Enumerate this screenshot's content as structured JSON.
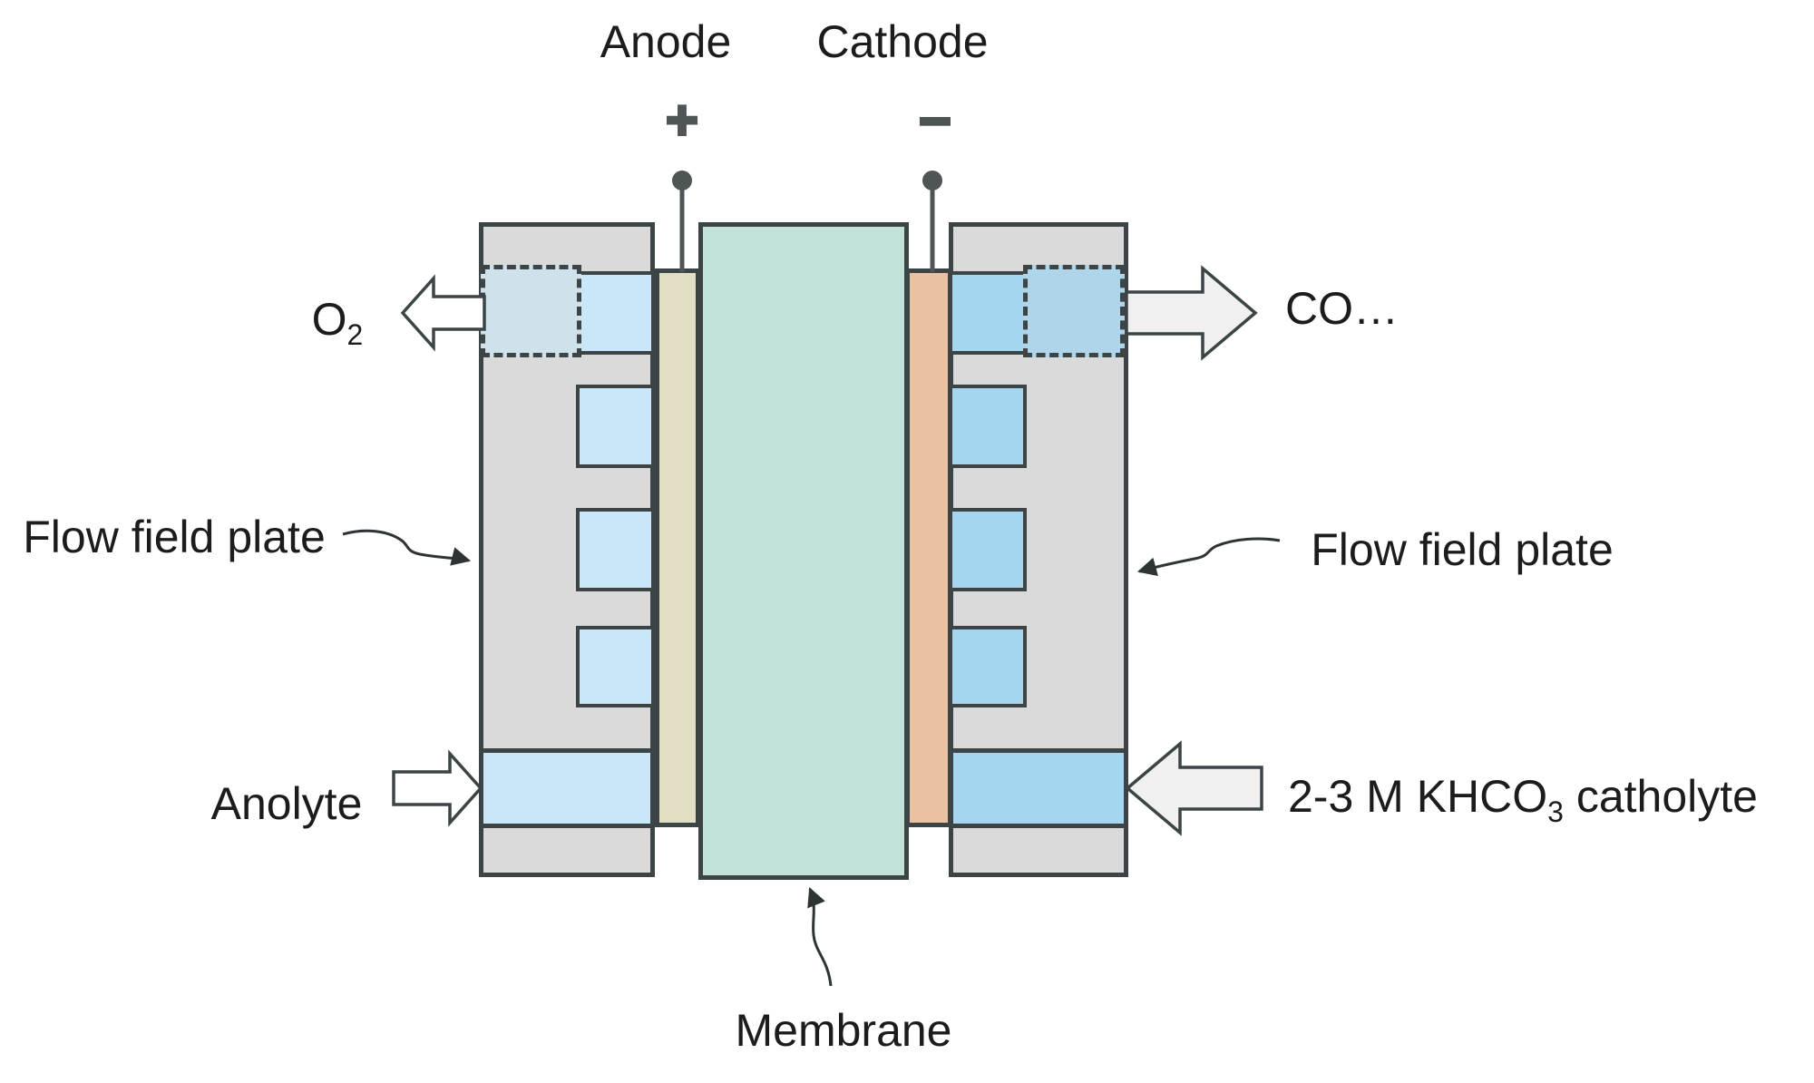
{
  "diagram": {
    "anode": {
      "label": "Anode",
      "polarity": "+"
    },
    "cathode": {
      "label": "Cathode",
      "polarity": "−"
    },
    "left": {
      "gas_label_base": "O",
      "gas_label_sub": "2",
      "plate_label": "Flow field plate",
      "inlet_label": "Anolyte"
    },
    "right": {
      "gas_label": "CO…",
      "plate_label": "Flow field plate",
      "inlet_label_pre": "2-3 M KHCO",
      "inlet_label_sub": "3",
      "inlet_label_post": " catholyte"
    },
    "membrane_label": "Membrane",
    "icons": {
      "left_gas_arrow": "block-arrow-left",
      "right_gas_arrow": "block-arrow-right",
      "anolyte_arrow": "block-arrow-right",
      "catholyte_arrow": "block-arrow-left",
      "anode_terminal": "plus-wire-dot",
      "cathode_terminal": "minus-wire-dot"
    },
    "colors": {
      "plate_gray": "#dadada",
      "left_channel_blue": "#c9e7f8",
      "left_vent_blue": "#cfe1eb",
      "right_channel_blue": "#a4d7ef",
      "right_vent_blue": "#aed5e9",
      "anode_layer_tan": "#e2dec3",
      "cathode_layer_orange": "#eac2a2",
      "membrane_green": "#c0e2db",
      "outline_dark": "#3c4446",
      "wire_gray": "#4f5456",
      "white_arrow_fill": "#ffffff",
      "gray_arrow_fill": "#f0f0f0"
    }
  }
}
